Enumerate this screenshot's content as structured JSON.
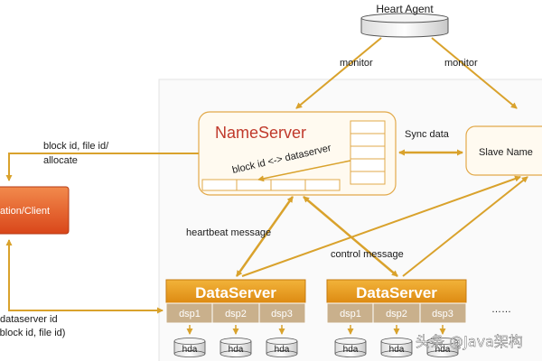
{
  "nodes": {
    "heart_agent": "Heart Agent",
    "nameserver": "NameServer",
    "slave": "Slave Name",
    "client": "ation/Client",
    "dataserver": "DataServer"
  },
  "labels": {
    "monitor_left": "monitor",
    "monitor_right": "monitor",
    "block_file_line1": "block id, file id/",
    "block_file_line2": "allocate",
    "block_map": "block id <-> dataserver",
    "sync": "Sync data",
    "heartbeat": "heartbeat  message",
    "control": "control message",
    "ds_id_line1": "dataserver id",
    "ds_id_line2": "(block id, file id)",
    "ellipsis": "……"
  },
  "dataservers": [
    {
      "dsp": [
        "dsp1",
        "dsp2",
        "dsp3"
      ],
      "hda": [
        "hda",
        "hda",
        "hda"
      ]
    },
    {
      "dsp": [
        "dsp1",
        "dsp2",
        "dsp3"
      ],
      "hda": [
        "hda",
        "hda",
        "hda"
      ]
    }
  ],
  "watermark": "头条 @Java架构",
  "colors": {
    "arrow": "#d9a22c",
    "nameserver_text": "#c0392b",
    "dataserver_fill": "#e8a020",
    "dsp_fill": "#c9b08c",
    "client_fill": "#e0541f",
    "panel_border": "#e3e3e3"
  }
}
